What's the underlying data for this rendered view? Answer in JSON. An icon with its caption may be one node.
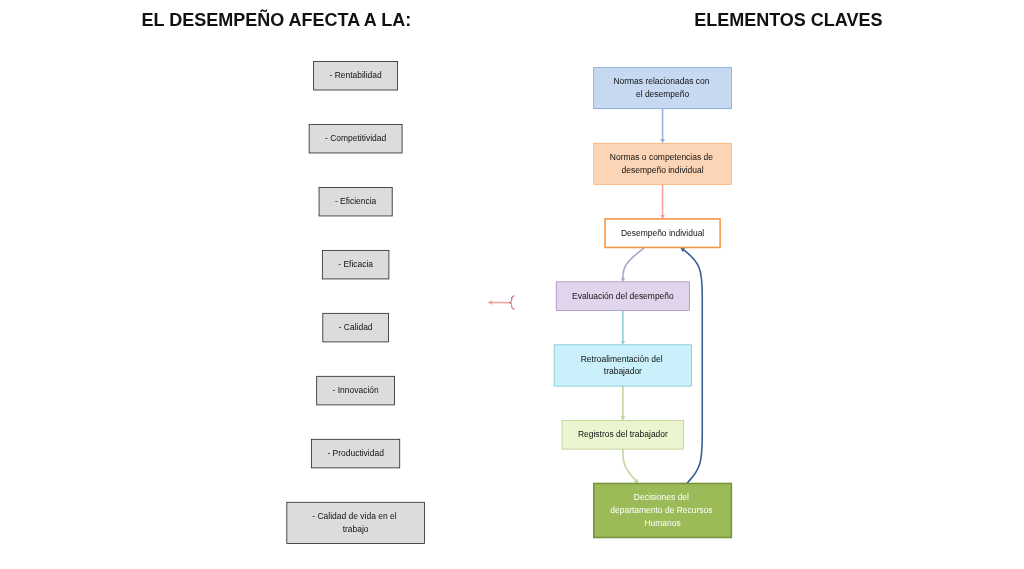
{
  "diagram": {
    "title": "EL DESEMPEÑO AFECTA A LA:",
    "nodes": [
      {
        "text": [
          "- Rentabilidad"
        ]
      },
      {
        "text": [
          "- Competitividad"
        ]
      },
      {
        "text": [
          "- Eficiencia"
        ]
      },
      {
        "text": [
          "- Eficacia"
        ]
      },
      {
        "text": [
          "- Calidad"
        ]
      },
      {
        "text": [
          "- Innovación"
        ]
      },
      {
        "text": [
          "- Productividad"
        ]
      },
      {
        "text": [
          "- Calidad de vida en el trabajo"
        ]
      },
      {
        "text": [],
        "shape": "bracket"
      },
      {
        "text": [
          "Normas relacionadas con el desempeño"
        ]
      },
      {
        "text": [
          "Normas o competencias de desempeño individual"
        ]
      },
      {
        "text": [
          "Desempeño individual"
        ]
      },
      {
        "text": [
          "Evaluación del desempeño"
        ]
      },
      {
        "text": [
          "Retroalimentación del trabajador"
        ]
      },
      {
        "text": [
          "Registros del trabajador"
        ]
      },
      {
        "text": [
          "Decisiones del departamento de Recursos Humanos"
        ]
      }
    ],
    "edges": [
      {
        "from": 8,
        "to": null,
        "arrow": "to",
        "color": "#f4a0a0"
      },
      {
        "from": 9,
        "to": 10,
        "arrow": "to",
        "color": "#8eb4e3"
      },
      {
        "from": 10,
        "to": 11,
        "arrow": "to",
        "color": "#f4a0a0"
      },
      {
        "from": 11,
        "to": 12,
        "arrow": "to",
        "color": "#b3a2c7"
      },
      {
        "from": 12,
        "to": 13,
        "arrow": "to",
        "color": "#93cddd"
      },
      {
        "from": 13,
        "to": 14,
        "arrow": "to",
        "color": "#c3d69b"
      },
      {
        "from": 14,
        "to": 15,
        "arrow": "to",
        "color": "#c3d69b"
      },
      {
        "from": 15,
        "to": 11,
        "arrow": "to",
        "color": "#376092"
      }
    ],
    "labels": [
      "ELEMENTOS CLAVES"
    ]
  }
}
